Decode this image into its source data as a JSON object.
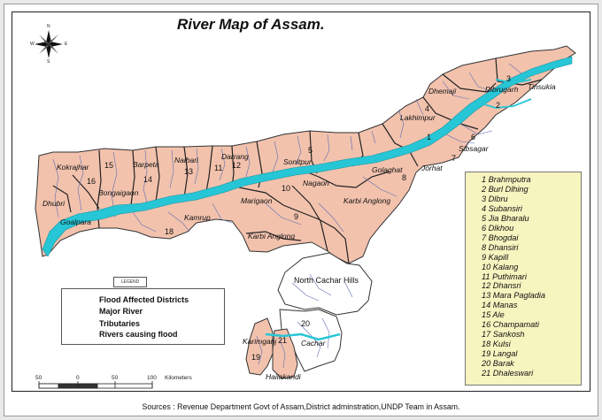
{
  "title": "River Map of Assam.",
  "compass": {
    "n": "N",
    "s": "S",
    "e": "E",
    "w": "W"
  },
  "legend": {
    "tag": "LEGEND",
    "flood": "Flood Affected Districts",
    "major": "Major River",
    "trib": "Tributaries",
    "causing": "Rivers causing flood"
  },
  "scale": {
    "a": "50",
    "b": "0",
    "c": "50",
    "d": "100",
    "unit": "Kilometers"
  },
  "districts": {
    "dhemaji": "Dhemaji",
    "dibrugarh": "Dibrugarh",
    "tinsukia": "Tinsukia",
    "lakhimpur": "Lakhimpur",
    "sibsagar": "Sibsagar",
    "jorhat": "Jorhat",
    "golaghat": "Golaghat",
    "sonitpur": "Sonitpur",
    "darrang": "Darrang",
    "nalbari": "Nalbari",
    "barpeta": "Barpeta",
    "kokrajhar": "Kokrajhar",
    "bongaigaon": "Bongaigaon",
    "dhubri": "Dhubri",
    "goalpara": "Goalpara",
    "kamrup": "Kamrup",
    "marigaon": "Marigaon",
    "nagaon": "Nagaon",
    "karbi_anglong": "Karbi Anglong",
    "karbi_anglong2": "Karbi Anglong",
    "north_cachar": "North Cachar Hills",
    "cachar": "Cachar",
    "karimganj": "Karimganj",
    "hailakandi": "Hailakandi"
  },
  "map_numbers": [
    "1",
    "2",
    "3",
    "4",
    "5",
    "6",
    "7",
    "8",
    "9",
    "10",
    "11",
    "12",
    "13",
    "14",
    "15",
    "16",
    "18",
    "19",
    "20",
    "21"
  ],
  "rivers": [
    "1  Brahmputra",
    "2  Burl Dlhing",
    "3  Dlbru",
    "4  Subansiri",
    "5  Jia Bharalu",
    "6  Dlkhou",
    "7  Bhogdai",
    "8  Dhansiri",
    "9  Kapill",
    "10  Kalang",
    "11  Puthimari",
    "12  Dhansri",
    "13  Mara Pagladia",
    "14  Manas",
    "15  Ale",
    "16  Champamati",
    "17  Sankosh",
    "18  Kulsi",
    "19  Langal",
    "20  Barak",
    "21  Dhaleswari"
  ],
  "source": "Sources : Revenue Department Govt of Assam,District adminstration,UNDP Team in Assam.",
  "colors": {
    "district_fill": "#f2c2ad",
    "river": "#26c6d6",
    "legend_bg": "#f6f4bf",
    "tributary": "#5f6fb2"
  }
}
